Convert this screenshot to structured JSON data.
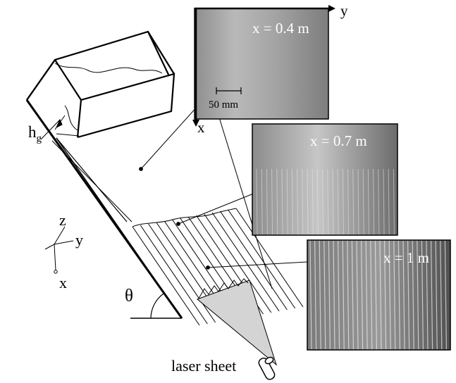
{
  "labels": {
    "hg_main": "h",
    "hg_sub": "g",
    "theta": "θ",
    "laser": "laser sheet",
    "axis_z": "z",
    "axis_y": "y",
    "axis_x": "x"
  },
  "photos": [
    {
      "label": "x = 0.4 m"
    },
    {
      "label": "x = 0.7 m"
    },
    {
      "label": "x = 1 m"
    }
  ],
  "photo_axes": {
    "y": "y",
    "x": "x"
  },
  "scale_bar": "50 mm",
  "colors": {
    "ink": "#000000",
    "photo_text": "#ffffff",
    "laser_fill": "#d4d4d4"
  }
}
